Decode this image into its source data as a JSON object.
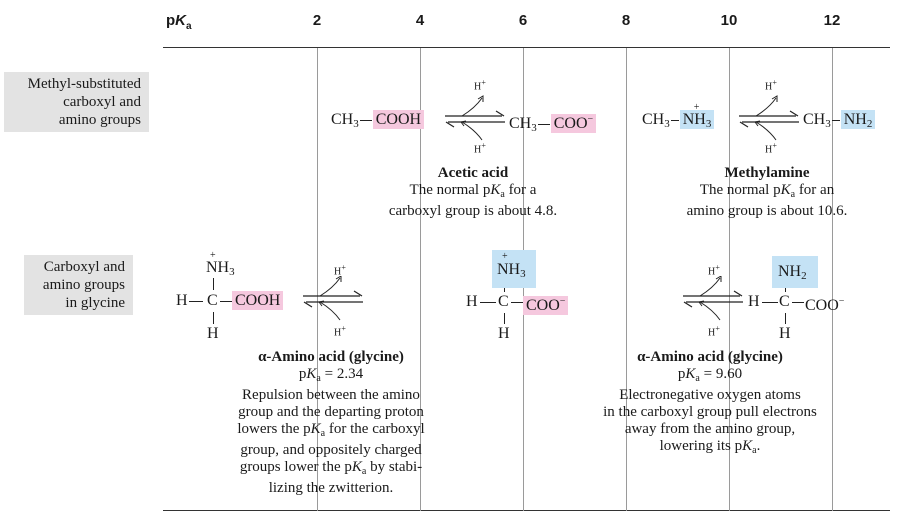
{
  "axis": {
    "label_p": "p",
    "label_K": "K",
    "label_sub": "a",
    "ticks": [
      "2",
      "4",
      "6",
      "8",
      "10",
      "12"
    ]
  },
  "row_labels": {
    "row1": [
      "Methyl-substituted",
      "carboxyl and",
      "amino groups"
    ],
    "row2": [
      "Carboxyl and",
      "amino groups",
      "in glycine"
    ]
  },
  "acetic": {
    "left_ch3": "CH",
    "left_ch3_sub": "3",
    "left_group": "COOH",
    "right_ch3": "CH",
    "right_ch3_sub": "3",
    "right_group": "COO",
    "right_charge": "−",
    "h_top": "H",
    "h_top_sup": "+",
    "h_bottom": "H",
    "h_bottom_sup": "+",
    "name": "Acetic acid",
    "desc_1a": "The normal p",
    "desc_1b": "K",
    "desc_1c": "a",
    "desc_1d": " for a",
    "desc_2": "carboxyl group is about 4.8."
  },
  "methylamine": {
    "left_ch3": "CH",
    "left_ch3_sub": "3",
    "left_group": "NH",
    "left_group_sub": "3",
    "left_charge": "+",
    "right_ch3": "CH",
    "right_ch3_sub": "3",
    "right_group": "NH",
    "right_group_sub": "2",
    "h_top": "H",
    "h_top_sup": "+",
    "h_bottom": "H",
    "h_bottom_sup": "+",
    "name": "Methylamine",
    "desc_1a": "The normal p",
    "desc_1b": "K",
    "desc_1c": "a",
    "desc_1d": " for an",
    "desc_2": "amino group is about 10.6."
  },
  "glycine_left": {
    "nh3": "NH",
    "nh3_sub": "3",
    "charge": "+",
    "h_left": "H",
    "c": "C",
    "cooh": "COOH",
    "h_bottom": "H",
    "hplus_top": "H",
    "hplus_top_sup": "+",
    "hplus_bottom": "H",
    "hplus_bottom_sup": "+"
  },
  "glycine_mid": {
    "nh3": "NH",
    "nh3_sub": "3",
    "charge": "+",
    "h_left": "H",
    "c": "C",
    "coo": "COO",
    "coo_charge": "−",
    "h_bottom": "H"
  },
  "glycine_right": {
    "nh2": "NH",
    "nh2_sub": "2",
    "h_left": "H",
    "c": "C",
    "coo": "COO",
    "coo_charge": "−",
    "h_bottom": "H",
    "hplus_top": "H",
    "hplus_top_sup": "+",
    "hplus_bottom": "H",
    "hplus_bottom_sup": "+"
  },
  "note_left": {
    "title": "α-Amino acid (glycine)",
    "pka_p": "p",
    "pka_K": "K",
    "pka_a": "a",
    "pka_val": " = 2.34",
    "lines_a": [
      "Repulsion between the amino",
      "group and the departing proton"
    ],
    "line_c1": "lowers the p",
    "line_c2": "K",
    "line_c3": "a",
    "line_c4": " for the carboxyl",
    "lines_b": [
      "group, and oppositely charged"
    ],
    "line_e1": "groups lower the p",
    "line_e2": "K",
    "line_e3": "a",
    "line_e4": " by stabi-",
    "line_f": "lizing the zwitterion."
  },
  "note_right": {
    "title": "α-Amino acid (glycine)",
    "pka_p": "p",
    "pka_K": "K",
    "pka_a": "a",
    "pka_val": " = 9.60",
    "lines": [
      "Electronegative oxygen atoms",
      "in the carboxyl group pull electrons",
      "away from the amino group,"
    ],
    "last_1": "lowering its p",
    "last_2": "K",
    "last_3": "a",
    "last_4": "."
  }
}
